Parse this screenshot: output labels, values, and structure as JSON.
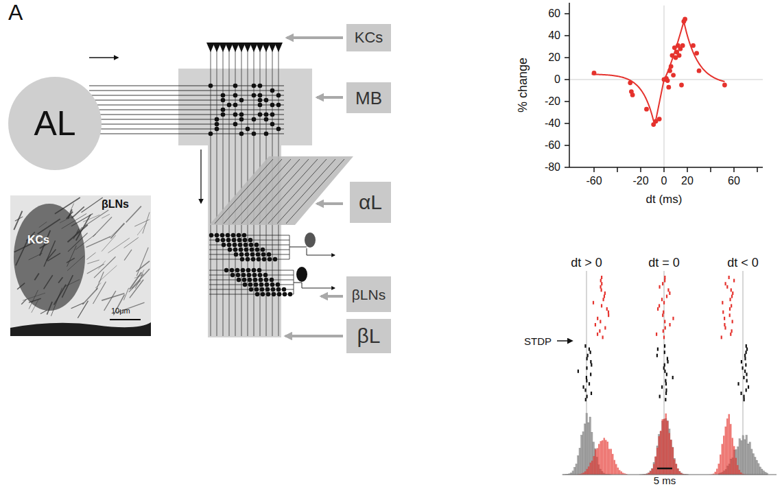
{
  "diagram": {
    "nodes": [
      {
        "text": [
          "AL"
        ]
      },
      {
        "text": [
          "KCs"
        ]
      },
      {
        "text": [
          "MB"
        ]
      },
      {
        "text": [
          "αL"
        ]
      },
      {
        "text": [
          "βLNs"
        ]
      },
      {
        "text": [
          "βL"
        ]
      }
    ],
    "labels": [
      "A",
      "βLNs",
      "KCs",
      "10μm",
      "60",
      "40",
      "20",
      "0",
      "-20",
      "-40",
      "-60",
      "-80",
      "-60",
      "-20",
      "0",
      "20",
      "60",
      "% change",
      "dt (ms)",
      "dt > 0",
      "dt = 0",
      "dt < 0",
      "STDP",
      "5 ms"
    ]
  }
}
